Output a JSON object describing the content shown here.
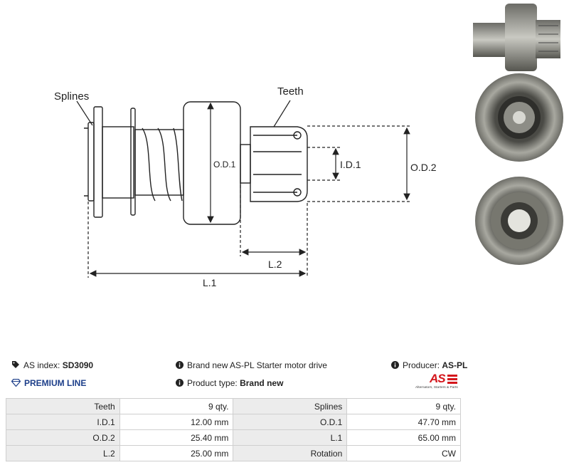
{
  "diagram": {
    "labels": {
      "splines": "Splines",
      "teeth": "Teeth",
      "od1": "O.D.1",
      "id1": "I.D.1",
      "od2": "O.D.2",
      "l2": "L.2",
      "l1": "L.1"
    }
  },
  "photos": [
    "side-view-photo",
    "front-view-photo",
    "rear-view-photo"
  ],
  "info": {
    "as_index_label": "AS index:",
    "as_index_value": "SD3090",
    "premium": "PREMIUM LINE",
    "description": "Brand new AS-PL Starter motor drive",
    "product_type_label": "Product type:",
    "product_type_value": "Brand new",
    "producer_label": "Producer:",
    "producer_value": "AS-PL",
    "logo_mark": "AS",
    "logo_tagline": "Alternators, Starters & Parts"
  },
  "specs": [
    {
      "k1": "Teeth",
      "v1": "9 qty.",
      "k2": "Splines",
      "v2": "9 qty."
    },
    {
      "k1": "I.D.1",
      "v1": "12.00 mm",
      "k2": "O.D.1",
      "v2": "47.70 mm"
    },
    {
      "k1": "O.D.2",
      "v1": "25.40 mm",
      "k2": "L.1",
      "v2": "65.00 mm"
    },
    {
      "k1": "L.2",
      "v1": "25.00 mm",
      "k2": "Rotation",
      "v2": "CW"
    }
  ],
  "colors": {
    "brand_red": "#d4161c",
    "premium_blue": "#1d3f8a",
    "metal_dark": "#5a5a55",
    "metal_light": "#b9b9b2"
  }
}
